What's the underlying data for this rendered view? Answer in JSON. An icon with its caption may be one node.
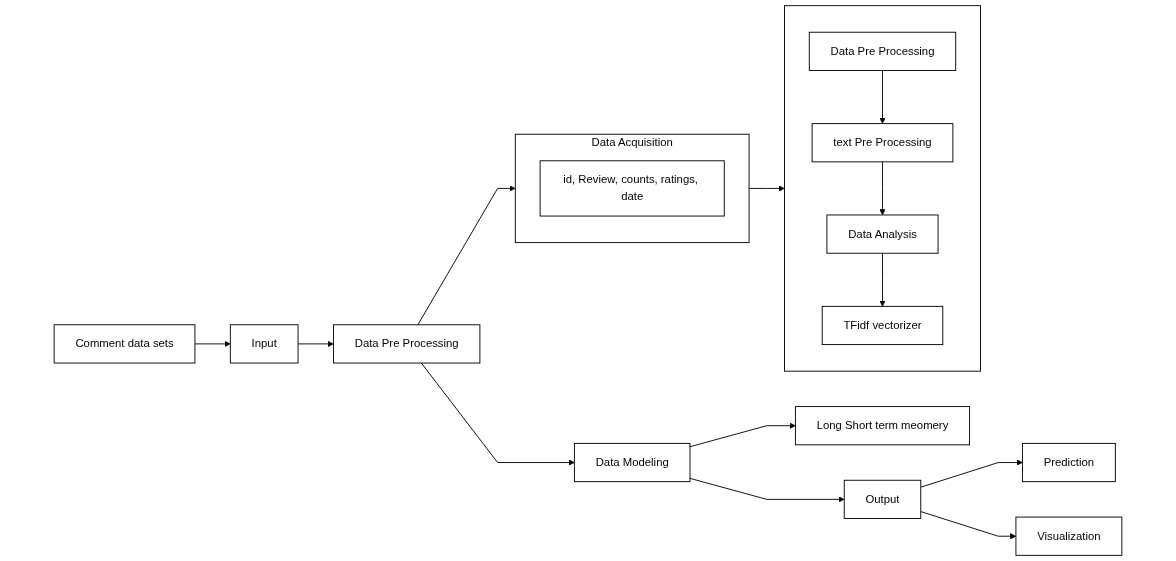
{
  "diagram": {
    "nodes": [
      {
        "text": [
          "Input"
        ]
      },
      {
        "text": [
          "Comment data sets"
        ]
      },
      {
        "text": [
          "Data Pre Processing"
        ]
      },
      {
        "text": [
          "Data Acquisition"
        ]
      },
      {
        "text": [
          "id, Review, counts, ratings, date"
        ],
        "in": 3
      },
      {
        "text": [],
        "shape": "box"
      },
      {
        "text": [
          "Data Pre Processing"
        ],
        "in": 5
      },
      {
        "text": [
          "text Pre Processing"
        ],
        "in": 5
      },
      {
        "text": [
          "Data Analysis"
        ],
        "in": 5
      },
      {
        "text": [
          "TFidf vectorizer"
        ],
        "in": 5
      },
      {
        "text": [
          "Data Modeling"
        ]
      },
      {
        "text": [
          "Long Short term meomery"
        ]
      },
      {
        "text": [
          "Output"
        ]
      },
      {
        "text": [
          "Prediction"
        ]
      },
      {
        "text": [
          "Visualization"
        ]
      }
    ],
    "edges": [
      {
        "from": 1,
        "to": 0,
        "arrow": "to"
      },
      {
        "from": 0,
        "to": 2,
        "arrow": "to"
      },
      {
        "from": 2,
        "to": 3,
        "arrow": "to"
      },
      {
        "from": 3,
        "to": 5,
        "arrow": "to"
      },
      {
        "from": 6,
        "to": 7,
        "arrow": "to"
      },
      {
        "from": 7,
        "to": 8,
        "arrow": "to"
      },
      {
        "from": 8,
        "to": 9,
        "arrow": "to"
      },
      {
        "from": 2,
        "to": 10,
        "arrow": "to"
      },
      {
        "from": 10,
        "to": 11,
        "arrow": "to"
      },
      {
        "from": 10,
        "to": 12,
        "arrow": "to"
      },
      {
        "from": 12,
        "to": 13,
        "arrow": "to"
      },
      {
        "from": 12,
        "to": 14,
        "arrow": "to"
      }
    ]
  }
}
